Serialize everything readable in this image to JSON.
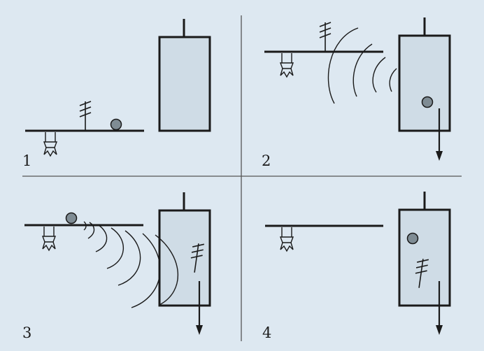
{
  "colors": {
    "background": "#dde8f1",
    "box_fill": "#cfdce6",
    "ball_fill": "#7f8c94",
    "ink": "#1a1a1a"
  },
  "panels": [
    {
      "label": "1"
    },
    {
      "label": "2"
    },
    {
      "label": "3"
    },
    {
      "label": "4"
    }
  ]
}
